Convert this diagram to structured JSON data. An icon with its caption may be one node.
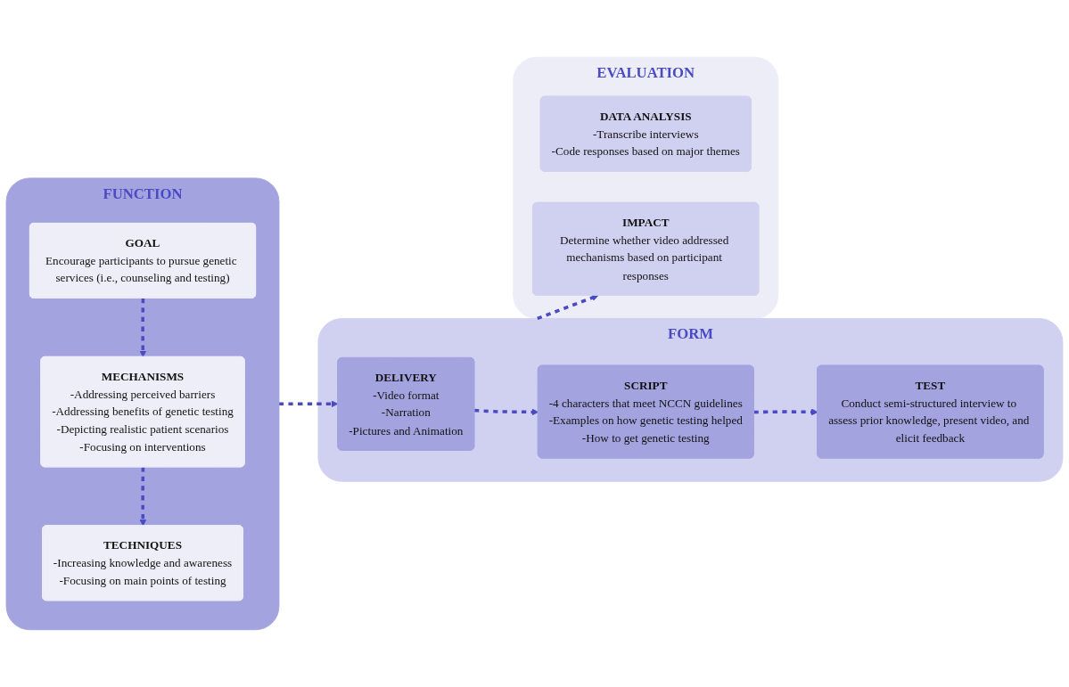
{
  "diagram": {
    "nodes": [
      {
        "text": [
          "FUNCTION"
        ]
      },
      {
        "text": [
          "GOAL",
          "Encourage participants to pursue genetic services (i.e., counseling and testing)"
        ],
        "in": 0
      },
      {
        "text": [
          "TECHNIQUES",
          "-Increasing knowledge and awareness",
          "-Focusing on main points of testing"
        ],
        "in": 0
      },
      {
        "text": [
          "MECHANISMS",
          "-Addressing perceived barriers",
          "-Addressing benefits of genetic testing",
          "-Depicting realistic patient scenarios",
          "-Focusing on interventions"
        ],
        "in": 0
      },
      {
        "text": [
          "FORM"
        ]
      },
      {
        "text": [
          "DELIVERY",
          "-Video format",
          "-Narration",
          "-Pictures and Animation"
        ],
        "in": 4
      },
      {
        "text": [
          "SCRIPT",
          "-4 characters that meet NCCN guidelines",
          "-Examples on how genetic testing helped",
          "-How to get genetic testing"
        ],
        "in": 4
      },
      {
        "text": [
          "TEST",
          "Conduct semi-structured interview to assess prior knowledge, present video, and elicit feedback"
        ],
        "in": 4
      },
      {
        "text": [
          "EVALUATION"
        ]
      },
      {
        "text": [
          "DATA ANALYSIS",
          "-Transcribe interviews",
          "-Code responses based on major themes"
        ],
        "in": 8
      },
      {
        "text": [
          "IMPACT",
          "Determine whether video addressed mechanisms based on participant responses"
        ],
        "in": 8
      }
    ],
    "edges": [
      {
        "from": 1,
        "to": 3,
        "arrow": "to",
        "style": "dashed"
      },
      {
        "from": 3,
        "to": 2,
        "arrow": "to",
        "style": "dashed"
      },
      {
        "from": 0,
        "to": 5,
        "arrow": "to",
        "style": "dashed"
      },
      {
        "from": 5,
        "to": 6,
        "arrow": "to",
        "style": "dashed"
      },
      {
        "from": 6,
        "to": 7,
        "arrow": "to",
        "style": "dashed"
      },
      {
        "from": 4,
        "to": 10,
        "arrow": "to",
        "style": "dashed"
      }
    ]
  }
}
